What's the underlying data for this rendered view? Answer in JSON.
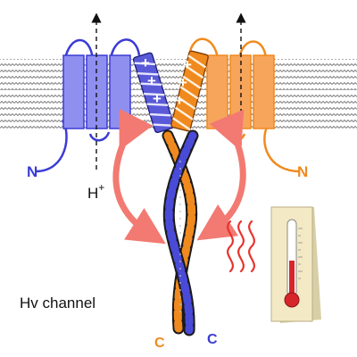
{
  "figure": {
    "labels": {
      "n_left": "N",
      "n_right": "N",
      "c_orange": "C",
      "c_blue": "C",
      "proton_base": "H",
      "proton_charge": "+",
      "channel_name": "Hv channel",
      "charge_symbol": "+"
    },
    "colors": {
      "blue_subunit": "#3b3bd6",
      "blue_fill": "#8f8ff0",
      "orange_subunit": "#f08a1e",
      "orange_fill": "#f7a55a",
      "arrow_salmon": "#f27a72",
      "heat_red": "#e8332e",
      "membrane_line": "#6e6e6e",
      "thermometer_case": "#f3e9c4",
      "mercury": "#d6262b"
    },
    "icons": [
      "dashed-arrow-up-icon",
      "heat-wave-icon",
      "thermometer-icon",
      "curved-arrow-icon"
    ]
  }
}
